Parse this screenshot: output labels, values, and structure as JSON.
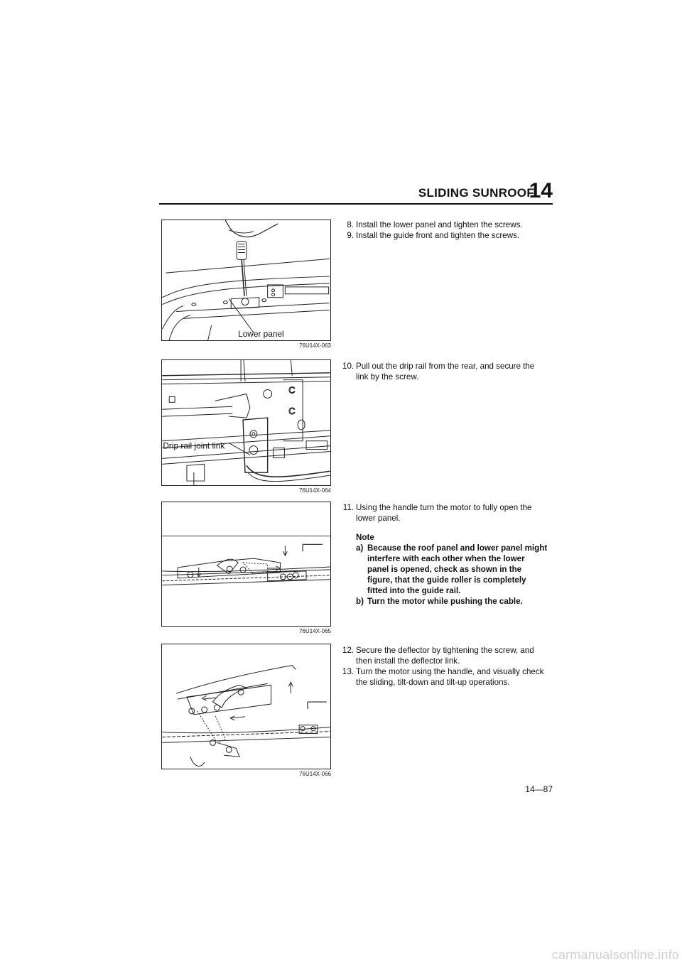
{
  "header": {
    "title": "SLIDING SUNROOF",
    "section_number": "14"
  },
  "figures": [
    {
      "label": "Lower panel",
      "code": "76U14X-063"
    },
    {
      "label": "Drip rail joint link",
      "code": "76U14X-064"
    },
    {
      "label": "",
      "code": "76U14X-065"
    },
    {
      "label": "",
      "code": "76U14X-066"
    }
  ],
  "sections": [
    {
      "steps": [
        {
          "number": "8.",
          "text": "Install the lower panel and tighten the screws."
        },
        {
          "number": "9.",
          "text": "Install the guide front and tighten the screws."
        }
      ]
    },
    {
      "steps": [
        {
          "number": "10.",
          "text": "Pull out the drip rail from the rear, and secure the link by the screw."
        }
      ]
    },
    {
      "steps": [
        {
          "number": "11.",
          "text": "Using the handle turn the motor to fully open the lower panel."
        }
      ],
      "note": {
        "title": "Note",
        "items": [
          {
            "marker": "a)",
            "text": "Because the roof panel and lower panel might interfere with each other when the lower panel is opened, check as shown in the figure, that the guide roller is completely fitted into the guide rail."
          },
          {
            "marker": "b)",
            "text": "Turn the motor while pushing the cable."
          }
        ]
      }
    },
    {
      "steps": [
        {
          "number": "12.",
          "text": "Secure the deflector by tightening the screw, and then install the deflector link."
        },
        {
          "number": "13.",
          "text": "Turn the motor using the handle, and visually check the sliding, tilt-down and tilt-up operations."
        }
      ]
    }
  ],
  "page_number": "14—87",
  "watermark": "carmanualsonline.info"
}
